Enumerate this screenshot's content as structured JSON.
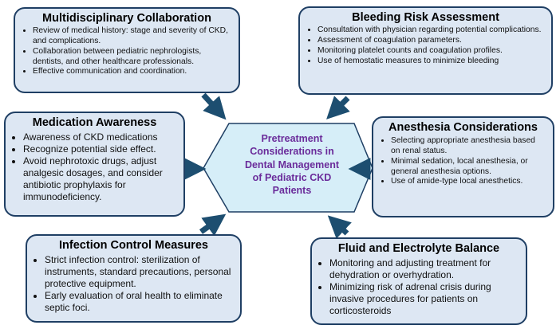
{
  "center": {
    "title_lines": [
      "Pretreatment",
      "Considerations in",
      "Dental Management",
      "of Pediatric CKD",
      "Patients"
    ]
  },
  "boxes": {
    "multidisciplinary": {
      "title": "Multidisciplinary Collaboration",
      "items": [
        "Review of medical history: stage and severity of CKD, and complications.",
        "Collaboration between pediatric nephrologists, dentists, and other healthcare professionals.",
        "Effective communication and coordination."
      ]
    },
    "bleeding": {
      "title": "Bleeding Risk Assessment",
      "items": [
        "Consultation with physician regarding potential complications.",
        "Assessment of coagulation parameters.",
        "Monitoring platelet counts and coagulation profiles.",
        "Use of hemostatic measures to minimize bleeding"
      ]
    },
    "medication": {
      "title": "Medication Awareness",
      "items": [
        "Awareness of CKD medications",
        "Recognize potential side effect.",
        "Avoid nephrotoxic drugs, adjust analgesic dosages, and consider antibiotic prophylaxis for immunodeficiency."
      ]
    },
    "anesthesia": {
      "title": "Anesthesia Considerations",
      "items": [
        "Selecting appropriate anesthesia based on renal status.",
        "Minimal sedation, local anesthesia, or general anesthesia options.",
        "Use of amide-type local anesthetics."
      ]
    },
    "infection": {
      "title": "Infection Control Measures",
      "items": [
        "Strict infection control: sterilization of instruments, standard precautions, personal protective equipment.",
        "Early evaluation of oral health to eliminate septic foci."
      ]
    },
    "fluid": {
      "title": "Fluid and Electrolyte Balance",
      "items": [
        "Monitoring and adjusting treatment for dehydration or overhydration.",
        "Minimizing risk of adrenal crisis during invasive procedures for patients on corticosteroids"
      ]
    }
  },
  "colors": {
    "box_fill": "#dde7f3",
    "box_border": "#1f3f64",
    "hex_fill": "#d6eef8",
    "arrow": "#1d4e70",
    "center_text": "#6a2b9a"
  }
}
